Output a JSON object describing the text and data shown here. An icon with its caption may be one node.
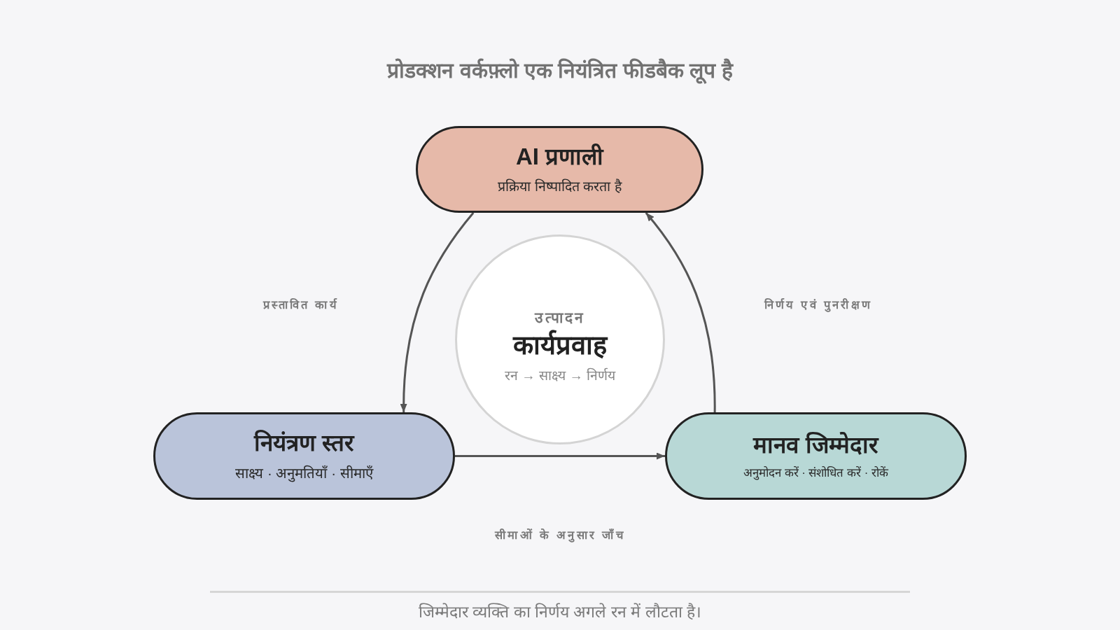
{
  "diagram": {
    "title": "प्रोडक्शन वर्कफ़्लो एक नियंत्रित फीडबैक लूप है",
    "caption": "जिम्मेदार व्यक्ति का निर्णय अगले रन में लौटता है।",
    "nodes": [
      {
        "text": [
          "AI प्रणाली",
          "प्रक्रिया निष्पादित करता है"
        ]
      },
      {
        "text": [
          "उत्पादन",
          "कार्यप्रवाह",
          "रन → साक्ष्य → निर्णय"
        ]
      },
      {
        "text": [
          "नियंत्रण स्तर",
          "साक्ष्य · अनुमतियाँ · सीमाएँ"
        ]
      },
      {
        "text": [
          "मानव जिम्मेदार",
          "अनुमोदन करें · संशोधित करें · रोकें"
        ]
      }
    ],
    "edges": [
      {
        "from": 0,
        "to": 2,
        "arrow": "to"
      },
      {
        "from": 2,
        "to": 3,
        "arrow": "to"
      },
      {
        "from": 3,
        "to": 0,
        "arrow": "to"
      }
    ],
    "labels": [
      "प्रस्तावित कार्य",
      "निर्णय एवं पुनरीक्षण",
      "सीमाओं के अनुसार जाँच"
    ]
  }
}
